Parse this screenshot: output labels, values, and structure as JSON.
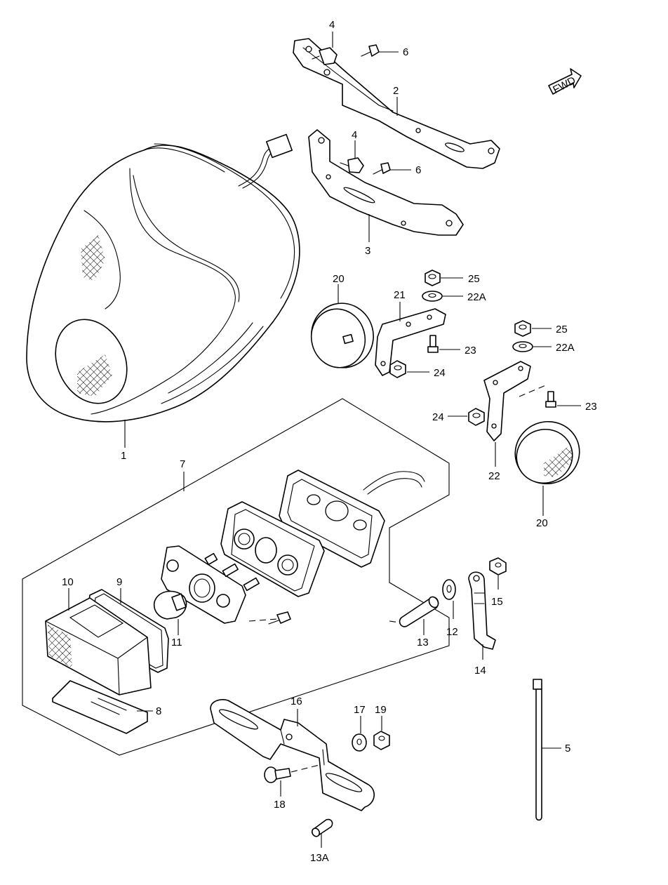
{
  "fwd_label": "FWD",
  "callouts": {
    "c1": "1",
    "c2": "2",
    "c3": "3",
    "c4a": "4",
    "c4b": "4",
    "c5": "5",
    "c6a": "6",
    "c6b": "6",
    "c7": "7",
    "c8": "8",
    "c9": "9",
    "c10": "10",
    "c11": "11",
    "c12": "12",
    "c13": "13",
    "c13a": "13A",
    "c14": "14",
    "c15": "15",
    "c16": "16",
    "c17": "17",
    "c18": "18",
    "c19": "19",
    "c20a": "20",
    "c20b": "20",
    "c21": "21",
    "c22": "22",
    "c22a1": "22A",
    "c22a2": "22A",
    "c23a": "23",
    "c23b": "23",
    "c24a": "24",
    "c24b": "24",
    "c25a": "25",
    "c25b": "25"
  }
}
